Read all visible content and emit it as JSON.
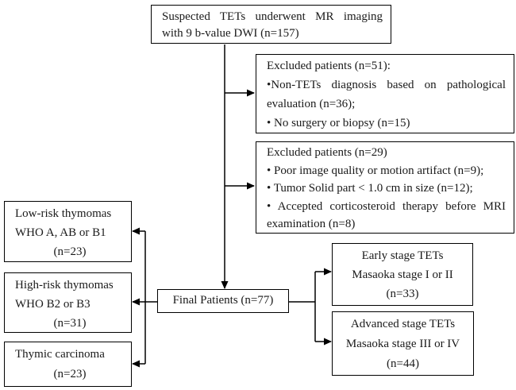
{
  "figure": {
    "type": "patient-selection-flowchart",
    "colors": {
      "background": "#ffffff",
      "box_border": "#000000",
      "connector": "#000000",
      "text": "#1a1a1a"
    }
  },
  "boxes": {
    "suspected": {
      "lines": [
        "Suspected TETs underwent MR imaging",
        "with 9 b-value DWI (n=157)"
      ]
    },
    "excluded_51": {
      "lines": [
        "Excluded patients (n=51):",
        "•Non-TETs diagnosis based on pathological",
        "evaluation (n=36);",
        "• No surgery or biopsy (n=15)"
      ]
    },
    "excluded_29": {
      "lines": [
        "Excluded patients (n=29)",
        "• Poor image quality or motion artifact (n=9);",
        "• Tumor Solid part < 1.0 cm in size (n=12);",
        "• Accepted corticosteroid therapy before MRI",
        "examination (n=8)"
      ]
    },
    "low_risk": {
      "lines": [
        "Low-risk thymomas",
        "WHO A, AB or B1",
        "(n=23)"
      ]
    },
    "high_risk": {
      "lines": [
        "High-risk thymomas",
        "WHO B2 or B3",
        "(n=31)"
      ]
    },
    "thymic_carcinoma": {
      "lines": [
        "Thymic carcinoma",
        "(n=23)"
      ]
    },
    "final_patients": {
      "lines": [
        "Final Patients (n=77)"
      ]
    },
    "early_stage": {
      "lines": [
        "Early stage TETs",
        "Masaoka stage I or II",
        "(n=33)"
      ]
    },
    "advanced_stage": {
      "lines": [
        "Advanced stage TETs",
        "Masaoka stage III or IV",
        "(n=44)"
      ]
    }
  }
}
